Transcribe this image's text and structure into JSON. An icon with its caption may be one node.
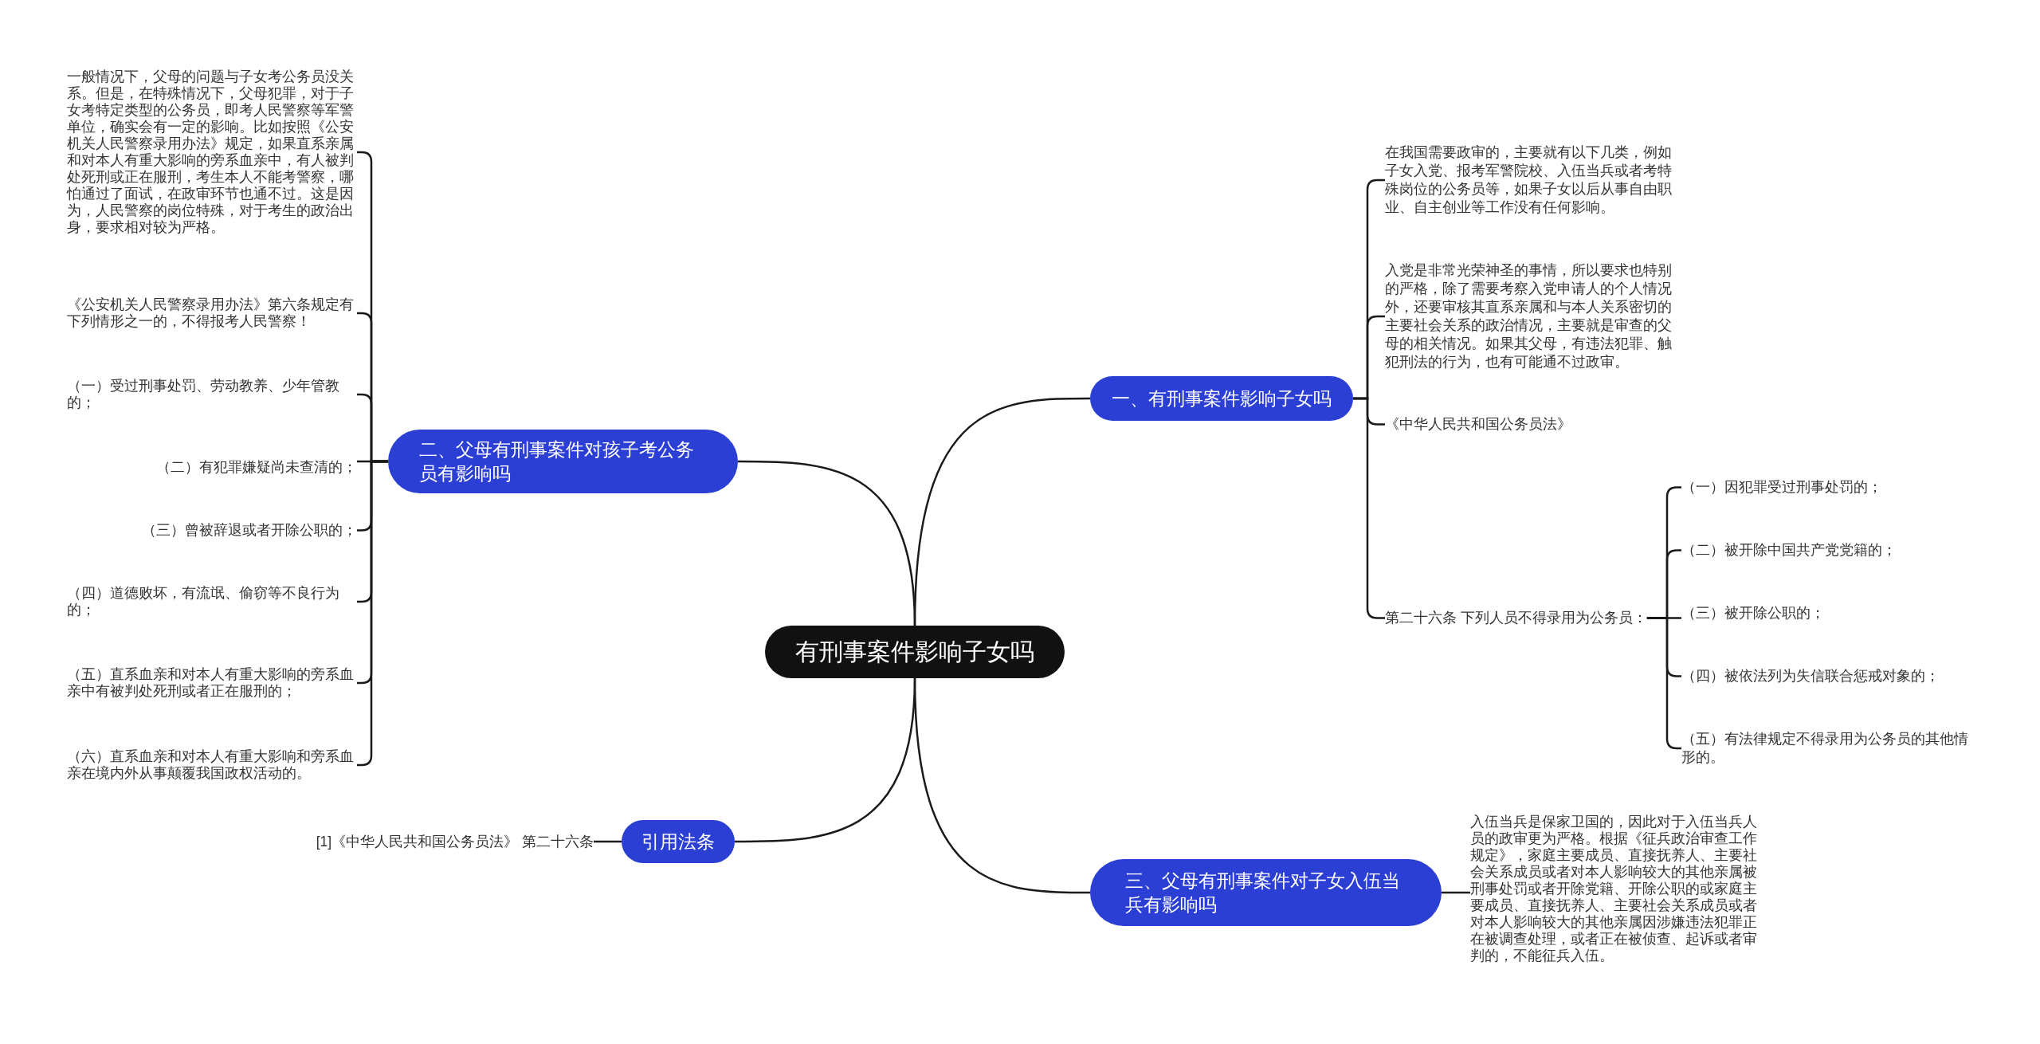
{
  "diagram": {
    "nodes": [
      {
        "text": [
          "有刑事案件影响子女吗"
        ]
      },
      {
        "text": [
          "一、有刑事案件影响子女吗"
        ]
      },
      {
        "text": [
          "在我国需要政审的，主要就有以下几类，例如子女入党、报考军警院校、入伍当兵或者考特殊岗位的公务员等，如果子女以后从事自由职业、自主创业等工作没有任何影响。"
        ]
      },
      {
        "text": [
          "入党是非常光荣神圣的事情，所以要求也特别的严格，除了需要考察入党申请人的个人情况外，还要审核其直系亲属和与本人关系密切的主要社会关系的政治情况，主要就是审查的父母的相关情况。如果其父母，有违法犯罪、触犯刑法的行为，也有可能通不过政审。"
        ]
      },
      {
        "text": [
          "《中华人民共和国公务员法》"
        ]
      },
      {
        "text": [
          "第二十六条 下列人员不得录用为公务员："
        ]
      },
      {
        "text": [
          "（一）因犯罪受过刑事处罚的；"
        ]
      },
      {
        "text": [
          "（二）被开除中国共产党党籍的；"
        ]
      },
      {
        "text": [
          "（三）被开除公职的；"
        ]
      },
      {
        "text": [
          "（四）被依法列为失信联合惩戒对象的；"
        ]
      },
      {
        "text": [
          "（五）有法律规定不得录用为公务员的其他情形的。"
        ]
      },
      {
        "text": [
          "二、父母有刑事案件对孩子考公务员有影响吗"
        ]
      },
      {
        "text": [
          "一般情况下，父母的问题与子女考公务员没关系。但是，在特殊情况下，父母犯罪，对于子女考特定类型的公务员，即考人民警察等军警单位，确实会有一定的影响。比如按照《公安机关人民警察录用办法》规定，如果直系亲属和对本人有重大影响的旁系血亲中，有人被判处死刑或正在服刑，考生本人不能考警察，哪怕通过了面试，在政审环节也通不过。这是因为，人民警察的岗位特殊，对于考生的政治出身，要求相对较为严格。"
        ]
      },
      {
        "text": [
          "《公安机关人民警察录用办法》第六条规定有下列情形之一的，不得报考人民警察！"
        ]
      },
      {
        "text": [
          "（一）受过刑事处罚、劳动教养、少年管教的；"
        ]
      },
      {
        "text": [
          "（二）有犯罪嫌疑尚未查清的；"
        ]
      },
      {
        "text": [
          "（三）曾被辞退或者开除公职的；"
        ]
      },
      {
        "text": [
          "（四）道德败坏，有流氓、偷窃等不良行为的；"
        ]
      },
      {
        "text": [
          "（五）直系血亲和对本人有重大影响的旁系血亲中有被判处死刑或者正在服刑的；"
        ]
      },
      {
        "text": [
          "（六）直系血亲和对本人有重大影响和旁系血亲在境内外从事颠覆我国政权活动的。"
        ]
      },
      {
        "text": [
          "引用法条"
        ]
      },
      {
        "text": [
          "[1]《中华人民共和国公务员法》 第二十六条"
        ]
      },
      {
        "text": [
          "三、父母有刑事案件对子女入伍当兵有影响吗"
        ]
      },
      {
        "text": [
          "入伍当兵是保家卫国的，因此对于入伍当兵人员的政审更为严格。根据《征兵政治审查工作规定》，家庭主要成员、直接抚养人、主要社会关系成员或者对本人影响较大的其他亲属被刑事处罚或者开除党籍、开除公职的或家庭主要成员、直接抚养人、主要社会关系成员或者对本人影响较大的其他亲属因涉嫌违法犯罪正在被调查处理，或者正在被侦查、起诉或者审判的，不能征兵入伍。"
        ]
      }
    ],
    "edges": [
      {
        "from": 0,
        "to": 1,
        "arrow": "none"
      },
      {
        "from": 1,
        "to": 2,
        "arrow": "none"
      },
      {
        "from": 1,
        "to": 3,
        "arrow": "none"
      },
      {
        "from": 1,
        "to": 4,
        "arrow": "none"
      },
      {
        "from": 1,
        "to": 5,
        "arrow": "none"
      },
      {
        "from": 5,
        "to": 6,
        "arrow": "none"
      },
      {
        "from": 5,
        "to": 7,
        "arrow": "none"
      },
      {
        "from": 5,
        "to": 8,
        "arrow": "none"
      },
      {
        "from": 5,
        "to": 9,
        "arrow": "none"
      },
      {
        "from": 5,
        "to": 10,
        "arrow": "none"
      },
      {
        "from": 0,
        "to": 11,
        "arrow": "none"
      },
      {
        "from": 11,
        "to": 12,
        "arrow": "none"
      },
      {
        "from": 11,
        "to": 13,
        "arrow": "none"
      },
      {
        "from": 11,
        "to": 14,
        "arrow": "none"
      },
      {
        "from": 11,
        "to": 15,
        "arrow": "none"
      },
      {
        "from": 11,
        "to": 16,
        "arrow": "none"
      },
      {
        "from": 11,
        "to": 17,
        "arrow": "none"
      },
      {
        "from": 11,
        "to": 18,
        "arrow": "none"
      },
      {
        "from": 11,
        "to": 19,
        "arrow": "none"
      },
      {
        "from": 0,
        "to": 20,
        "arrow": "none"
      },
      {
        "from": 20,
        "to": 21,
        "arrow": "none"
      },
      {
        "from": 0,
        "to": 22,
        "arrow": "none"
      },
      {
        "from": 22,
        "to": 23,
        "arrow": "none"
      }
    ]
  }
}
